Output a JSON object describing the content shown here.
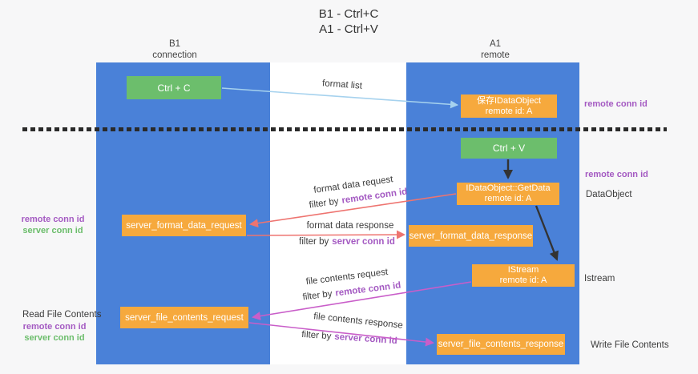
{
  "title": {
    "line1": "B1 - Ctrl+C",
    "line2": "A1 - Ctrl+V"
  },
  "columns": {
    "left": {
      "name": "B1",
      "subtitle": "connection"
    },
    "right": {
      "name": "A1",
      "subtitle": "remote"
    }
  },
  "boxes": {
    "ctrl_c": {
      "label": "Ctrl + C"
    },
    "ctrl_v": {
      "label": "Ctrl + V"
    },
    "save_dataobject": {
      "line1": "保存IDataObject",
      "line2": "remote id: A"
    },
    "getdata": {
      "line1": "IDataObject::GetData",
      "line2": "remote id: A"
    },
    "istream": {
      "line1": "IStream",
      "line2": "remote id: A"
    },
    "format_request": {
      "label": "server_format_data_request"
    },
    "format_response": {
      "label": "server_format_data_response"
    },
    "file_request": {
      "label": "server_file_contents_request"
    },
    "file_response": {
      "label": "server_file_contents_response"
    }
  },
  "flow_labels": {
    "format_list": "format list",
    "format_data_request": "format data request",
    "format_data_response": "format data response",
    "file_contents_request": "file contents request",
    "file_contents_response": "file contents response",
    "filter_by": "filter by",
    "remote_conn_id": "remote conn id",
    "server_conn_id": "server conn id"
  },
  "side_labels": {
    "remote_conn_id_top": "remote conn id",
    "remote_conn_id_mid": "remote conn id",
    "dataobject": "DataObject",
    "istream": "Istream",
    "write_file_contents": "Write File Contents",
    "read_file_contents": "Read File Contents",
    "left_format": {
      "remote": "remote conn id",
      "server": "server conn id"
    },
    "left_file": {
      "remote": "remote conn id",
      "server": "server conn id"
    }
  },
  "colors": {
    "column_blue": "#4a81d8",
    "box_green": "#6cbe6c",
    "box_orange": "#f6a93d",
    "arrow_salmon": "#ee7470",
    "arrow_magenta": "#c95ec9",
    "arrow_lightblue": "#a6d2ee",
    "arrow_black": "#333333",
    "text_purple": "#a45ac2",
    "text_green": "#6bbd6b",
    "text_dark": "#3b3b3b"
  }
}
